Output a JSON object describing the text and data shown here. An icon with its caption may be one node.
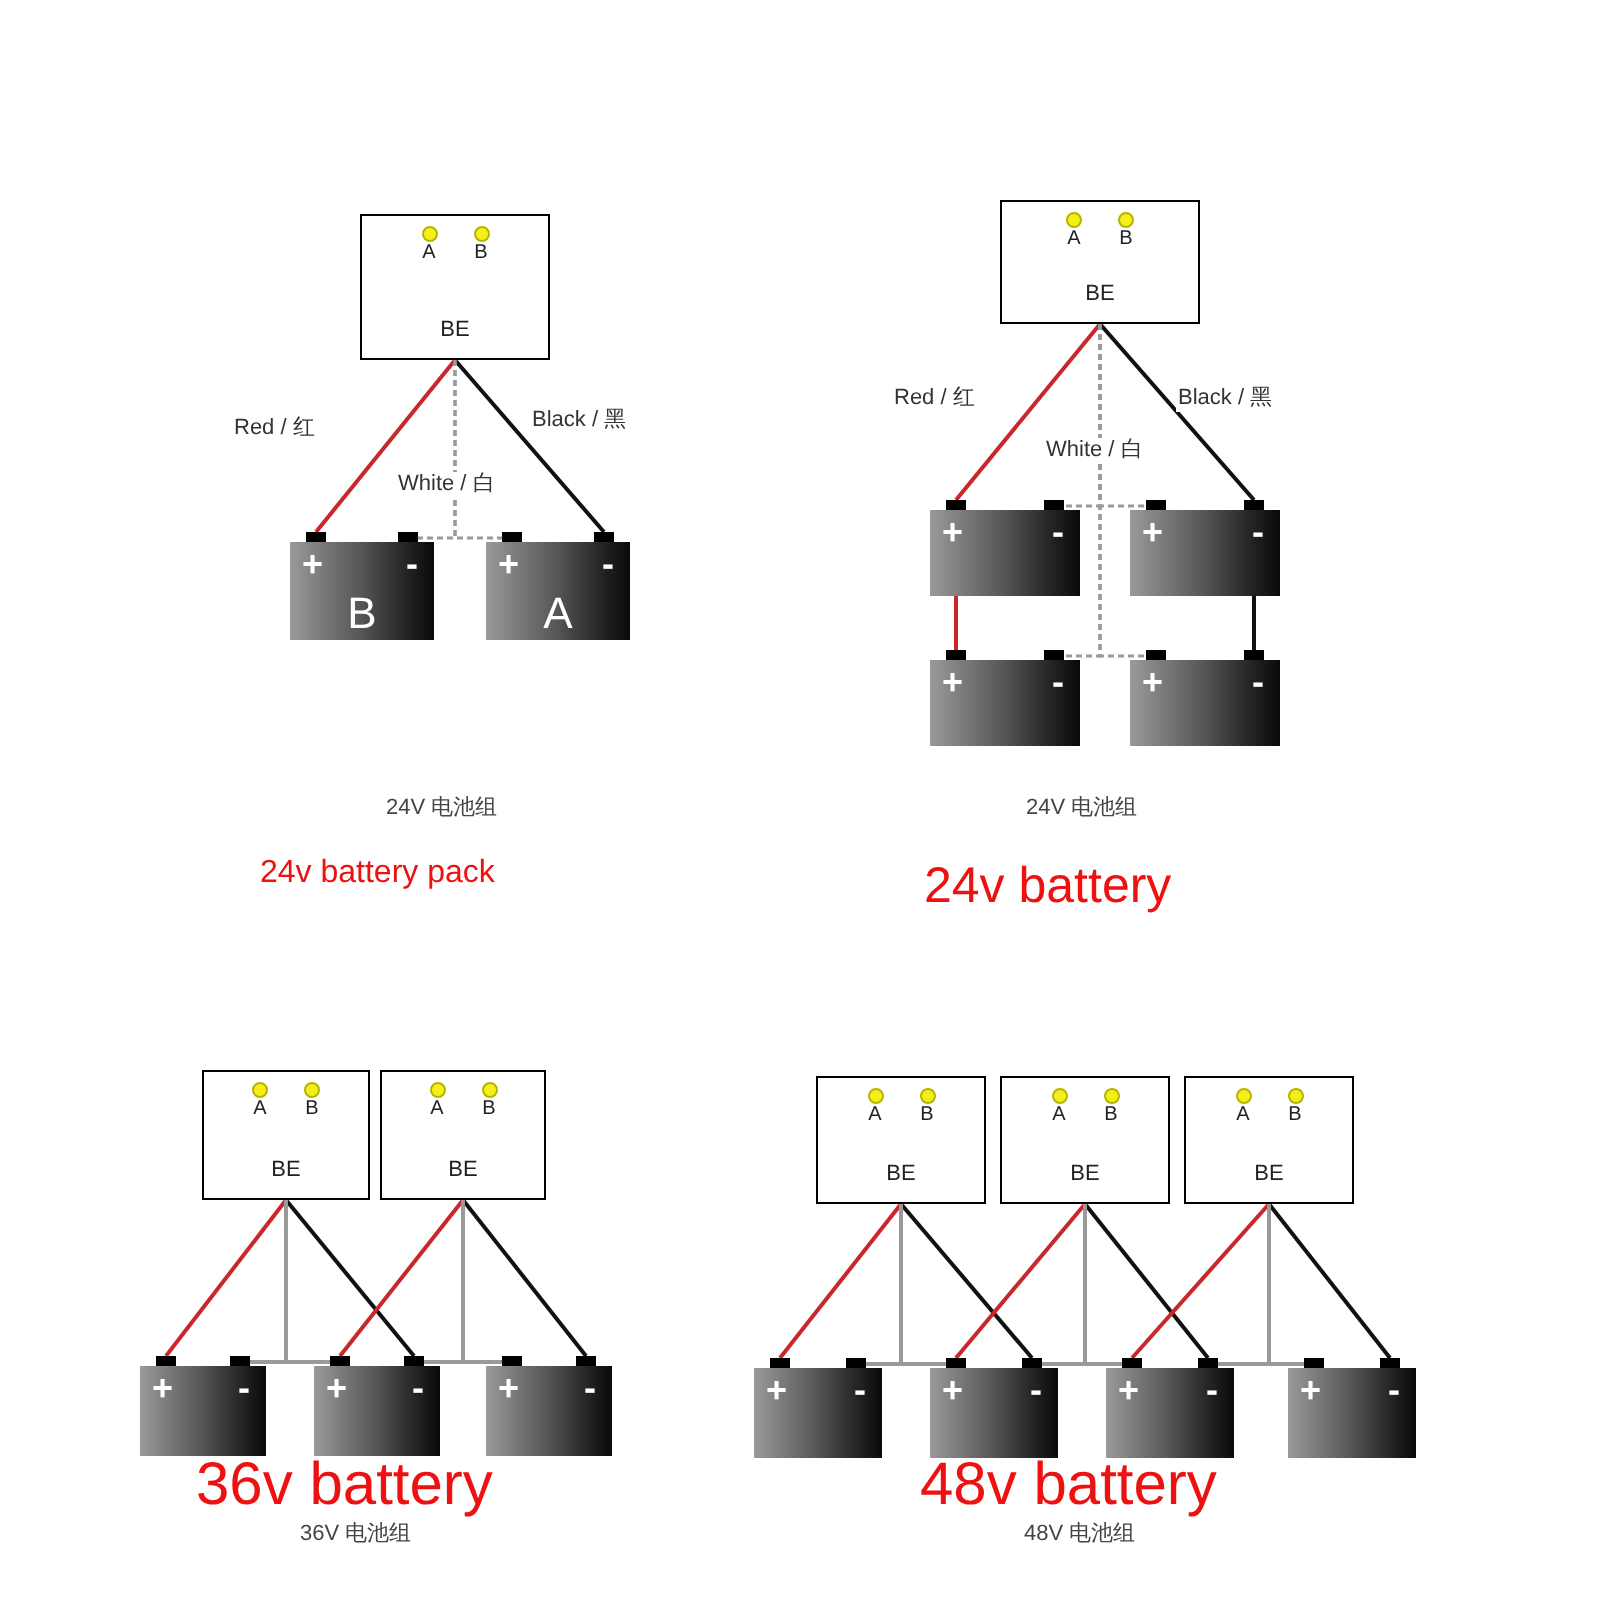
{
  "diagram": {
    "nodes": [
      {
        "text": [
          "A",
          "B",
          "BE"
        ]
      },
      {
        "text": [
          "+",
          "-",
          "B"
        ]
      },
      {
        "text": [
          "+",
          "-",
          "A"
        ]
      },
      {
        "text": [
          "A",
          "B",
          "BE"
        ]
      },
      {
        "text": [
          "+",
          "-"
        ]
      },
      {
        "text": [
          "+",
          "-"
        ]
      },
      {
        "text": [
          "+",
          "-"
        ]
      },
      {
        "text": [
          "+",
          "-"
        ]
      },
      {
        "text": [
          "A",
          "B",
          "BE"
        ]
      },
      {
        "text": [
          "A",
          "B",
          "BE"
        ]
      },
      {
        "text": [
          "+",
          "-"
        ]
      },
      {
        "text": [
          "+",
          "-"
        ]
      },
      {
        "text": [
          "+",
          "-"
        ]
      },
      {
        "text": [
          "A",
          "B",
          "BE"
        ]
      },
      {
        "text": [
          "A",
          "B",
          "BE"
        ]
      },
      {
        "text": [
          "A",
          "B",
          "BE"
        ]
      },
      {
        "text": [
          "+",
          "-"
        ]
      },
      {
        "text": [
          "+",
          "-"
        ]
      },
      {
        "text": [
          "+",
          "-"
        ]
      },
      {
        "text": [
          "+",
          "-"
        ]
      }
    ],
    "edges": [
      {
        "from": 0,
        "to": 1,
        "arrow": "none",
        "label": "Red / 红",
        "color": "#c8282c"
      },
      {
        "from": 0,
        "to": 2,
        "arrow": "none",
        "label": "Black / 黑",
        "color": "#111111"
      },
      {
        "from": 0,
        "to": 1,
        "arrow": "none",
        "label": "White / 白",
        "style": "dashed"
      },
      {
        "from": 0,
        "to": 2,
        "arrow": "none",
        "style": "dashed"
      },
      {
        "from": 3,
        "to": 4,
        "arrow": "none",
        "label": "Red / 红",
        "color": "#c8282c"
      },
      {
        "from": 4,
        "to": 6,
        "arrow": "none",
        "color": "#c8282c"
      },
      {
        "from": 3,
        "to": 5,
        "arrow": "none",
        "label": "Black / 黑",
        "color": "#111111"
      },
      {
        "from": 5,
        "to": 7,
        "arrow": "none",
        "color": "#111111"
      },
      {
        "from": 3,
        "to": 4,
        "arrow": "none",
        "label": "White / 白",
        "style": "dashed"
      },
      {
        "from": 3,
        "to": 5,
        "arrow": "none",
        "style": "dashed"
      },
      {
        "from": 3,
        "to": 6,
        "arrow": "none",
        "style": "dashed"
      },
      {
        "from": 3,
        "to": 7,
        "arrow": "none",
        "style": "dashed"
      },
      {
        "from": 8,
        "to": 10,
        "arrow": "none",
        "color": "#c8282c"
      },
      {
        "from": 8,
        "to": 11,
        "arrow": "none",
        "color": "#111111"
      },
      {
        "from": 8,
        "to": 10,
        "arrow": "none"
      },
      {
        "from": 8,
        "to": 11,
        "arrow": "none"
      },
      {
        "from": 9,
        "to": 11,
        "arrow": "none",
        "color": "#c8282c"
      },
      {
        "from": 9,
        "to": 12,
        "arrow": "none",
        "color": "#111111"
      },
      {
        "from": 9,
        "to": 11,
        "arrow": "none"
      },
      {
        "from": 9,
        "to": 12,
        "arrow": "none"
      },
      {
        "from": 13,
        "to": 16,
        "arrow": "none",
        "color": "#c8282c"
      },
      {
        "from": 13,
        "to": 17,
        "arrow": "none",
        "color": "#111111"
      },
      {
        "from": 13,
        "to": 16,
        "arrow": "none"
      },
      {
        "from": 13,
        "to": 17,
        "arrow": "none"
      },
      {
        "from": 14,
        "to": 17,
        "arrow": "none",
        "color": "#c8282c"
      },
      {
        "from": 14,
        "to": 18,
        "arrow": "none",
        "color": "#111111"
      },
      {
        "from": 14,
        "to": 17,
        "arrow": "none"
      },
      {
        "from": 14,
        "to": 18,
        "arrow": "none"
      },
      {
        "from": 15,
        "to": 18,
        "arrow": "none",
        "color": "#c8282c"
      },
      {
        "from": 15,
        "to": 19,
        "arrow": "none",
        "color": "#111111"
      },
      {
        "from": 15,
        "to": 18,
        "arrow": "none"
      },
      {
        "from": 15,
        "to": 19,
        "arrow": "none"
      }
    ],
    "labels": [
      "24V 电池组",
      "24V 电池组",
      "24v battery pack",
      "24v battery",
      "36v battery",
      "48v battery",
      "36V 电池组",
      "48V 电池组"
    ]
  }
}
